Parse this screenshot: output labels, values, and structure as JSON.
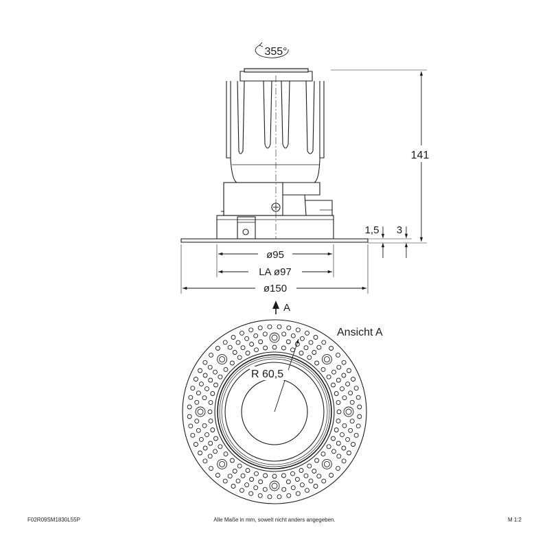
{
  "dimensions": {
    "rotation": "355°",
    "height": "141",
    "flange_thickness": "1,5",
    "trim_depth": "3",
    "inner_diameter": "ø95",
    "cutout": "LA ø97",
    "outer_diameter": "ø150",
    "radius": "R 60,5"
  },
  "view": {
    "arrow_label": "A",
    "title": "Ansicht A"
  },
  "footer": {
    "article_number": "F02R09SM1830L55P",
    "note": "Alle Maße in mm, soweit nicht anders angegeben.",
    "scale": "M 1:2"
  }
}
